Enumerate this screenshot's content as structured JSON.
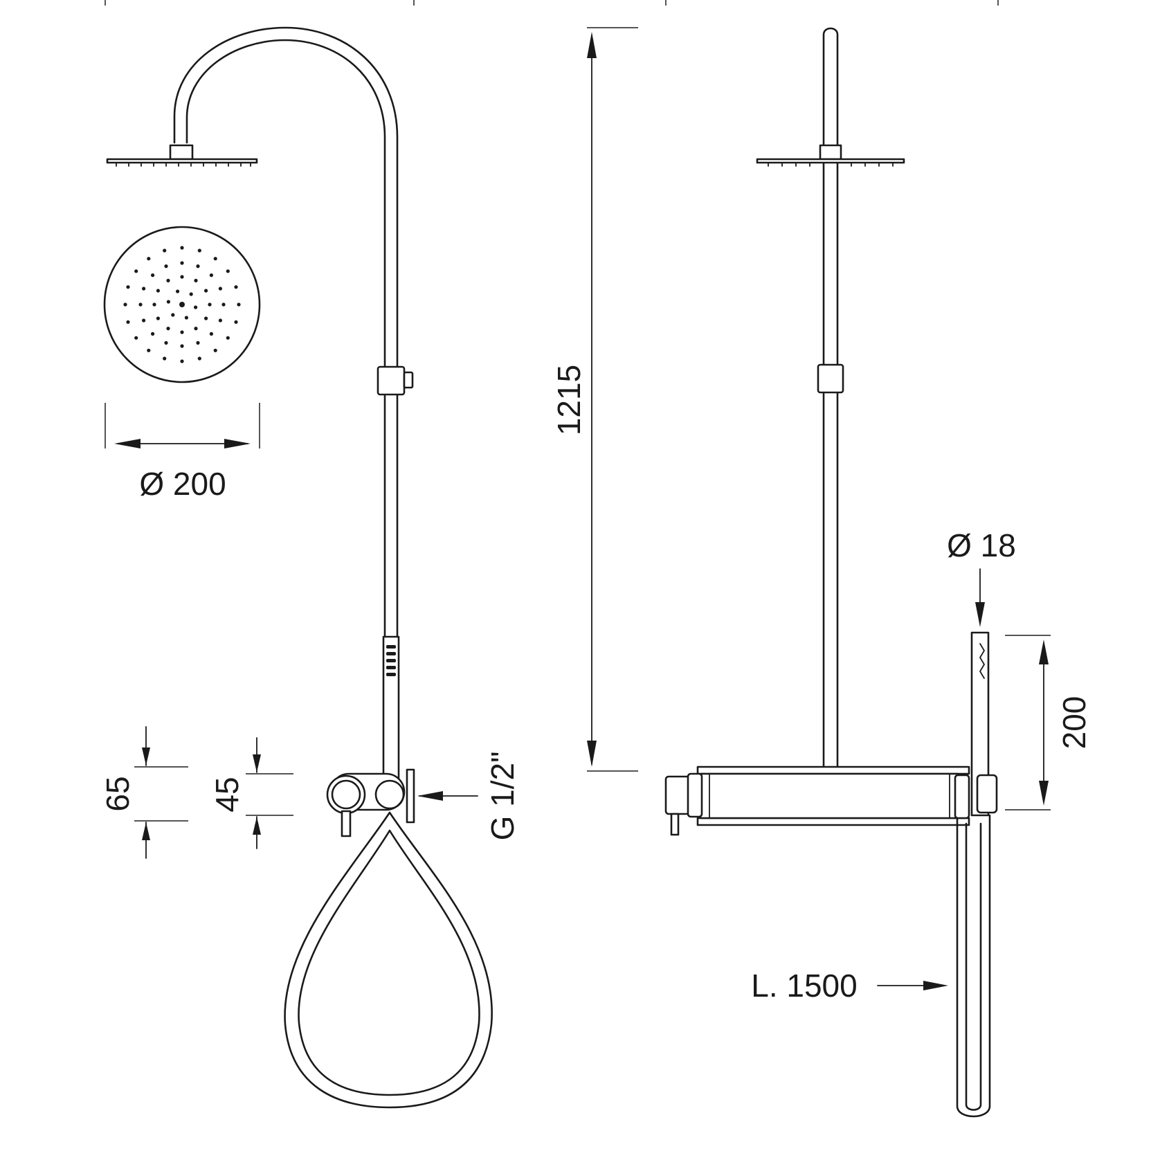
{
  "dimensions": {
    "head_diameter": "Ø 200",
    "column_height": "1215",
    "handle_height": "65",
    "spout_height": "45",
    "inlet_thread": "G 1/2\"",
    "hand_shower_diameter": "Ø 18",
    "hand_shower_length": "200",
    "hose_length": "L. 1500"
  }
}
